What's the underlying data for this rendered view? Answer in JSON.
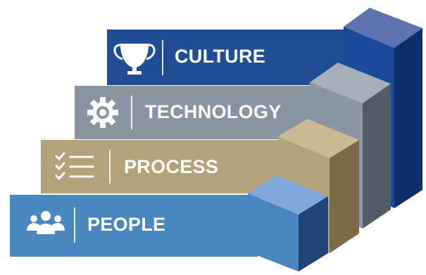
{
  "colors": {
    "culture": "#1F4E96",
    "technology": "#8994A1",
    "process": "#B3A27A",
    "people": "#4A86BF"
  },
  "tiers": [
    {
      "label": "CULTURE",
      "icon": "trophy-icon"
    },
    {
      "label": "TECHNOLOGY",
      "icon": "gear-icon"
    },
    {
      "label": "PROCESS",
      "icon": "checklist-icon"
    },
    {
      "label": "PEOPLE",
      "icon": "people-icon"
    }
  ]
}
